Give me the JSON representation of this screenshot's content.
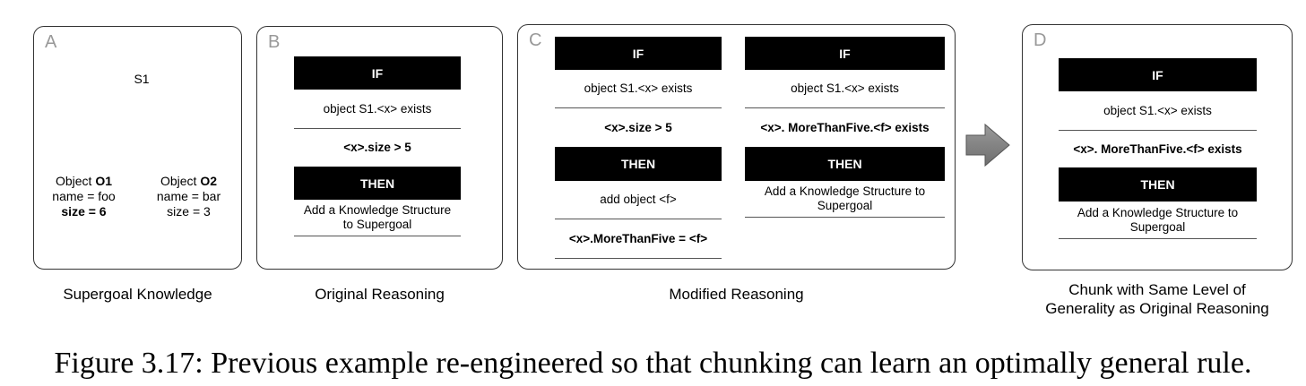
{
  "panels": {
    "a": {
      "letter": "A",
      "node_label": "S1",
      "objects": [
        {
          "prefix": "Object ",
          "id": "O1",
          "line2": "name = foo",
          "line3": "size = 6"
        },
        {
          "prefix": "Object ",
          "id": "O2",
          "line2": "name = bar",
          "line3": "size = 3"
        }
      ],
      "caption": "Supergoal Knowledge"
    },
    "b": {
      "letter": "B",
      "rule": [
        "IF",
        "object S1.<x> exists",
        "<x>.size > 5",
        "THEN",
        "Add a Knowledge Structure to Supergoal"
      ],
      "caption": "Original Reasoning"
    },
    "c": {
      "letter": "C",
      "rule1": [
        "IF",
        "object S1.<x> exists",
        "<x>.size > 5",
        "THEN",
        "add object <f>",
        "<x>.MoreThanFive = <f>"
      ],
      "rule2": [
        "IF",
        "object S1.<x> exists",
        "<x>. MoreThanFive.<f> exists",
        "THEN",
        "Add a Knowledge Structure to Supergoal"
      ],
      "caption": "Modified Reasoning"
    },
    "d": {
      "letter": "D",
      "rule": [
        "IF",
        "object S1.<x> exists",
        "<x>. MoreThanFive.<f> exists",
        "THEN",
        "Add a Knowledge Structure to Supergoal"
      ],
      "caption_line1": "Chunk with Same Level of",
      "caption_line2": "Generality as Original Reasoning"
    }
  },
  "figure_caption": "Figure 3.17: Previous example re-engineered so that chunking can learn an optimally general rule."
}
